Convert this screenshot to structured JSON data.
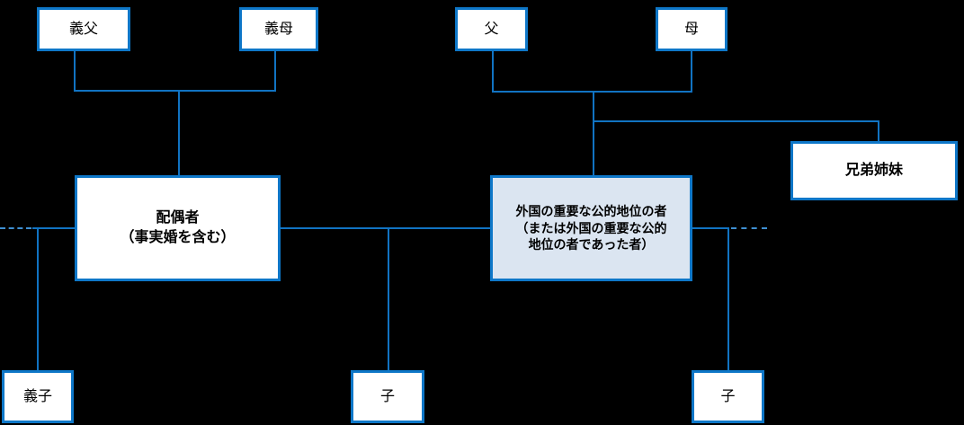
{
  "diagram": {
    "background_color": "#000000",
    "accent_blue": "#1173c2",
    "dashed_blue": "#3e8fd2",
    "pep_fill": "#dbe5f1",
    "box_fill": "#ffffff",
    "nodes": {
      "father_in_law": "義父",
      "mother_in_law": "義母",
      "father": "父",
      "mother": "母",
      "siblings": "兄弟姉妹",
      "spouse_line1": "配偶者",
      "spouse_line2": "（事実婚を含む）",
      "pep_line1": "外国の重要な公的地位の者",
      "pep_line2": "（または外国の重要な公的",
      "pep_line3": "地位の者であった者）",
      "step_child": "義子",
      "child_left": "子",
      "child_right": "子"
    }
  }
}
